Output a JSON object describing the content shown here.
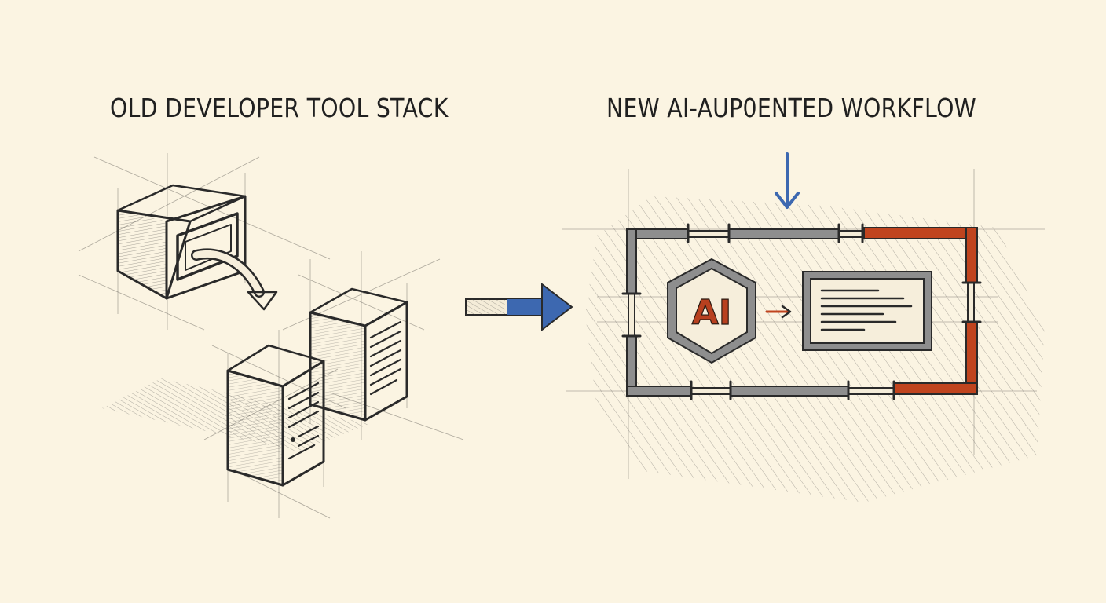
{
  "titles": {
    "left": "OLD DEVELOPER TOOL STACK",
    "right": "NEW AI-AUP0ENTED WORKFLOW"
  },
  "ai_badge": {
    "label": "AI"
  },
  "colors": {
    "paper": "#fbf4e2",
    "ink": "#2a2a2a",
    "accent_blue": "#3d68b0",
    "accent_red": "#c0441e",
    "frame_gray": "#8e8e8e"
  }
}
